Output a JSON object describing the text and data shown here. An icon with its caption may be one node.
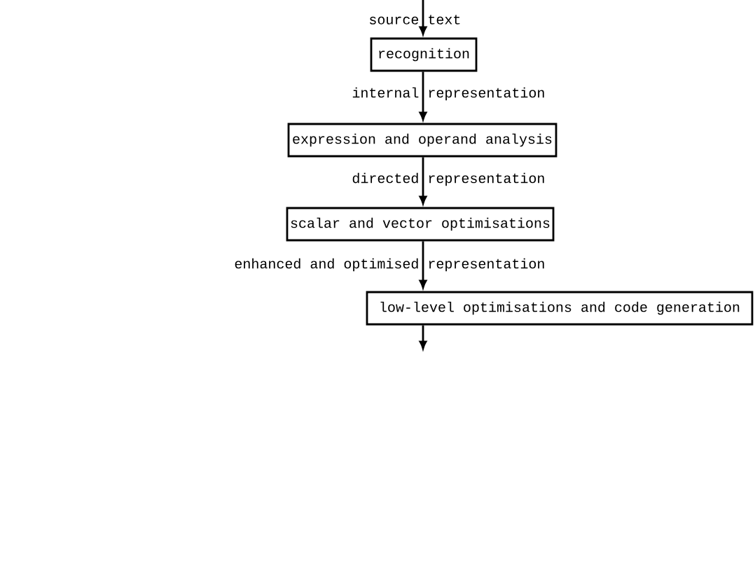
{
  "diagram": {
    "nodes": [
      {
        "text": [
          "recognition"
        ]
      },
      {
        "text": [
          "expression and operand analysis"
        ]
      },
      {
        "text": [
          "scalar and vector optimisations"
        ]
      },
      {
        "text": [
          "low-level optimisations and code generation"
        ]
      }
    ],
    "edges": [
      {
        "from": null,
        "to": 0,
        "arrow": "to",
        "label": "source text"
      },
      {
        "from": 0,
        "to": 1,
        "arrow": "to",
        "label": "internal representation"
      },
      {
        "from": 1,
        "to": 2,
        "arrow": "to",
        "label": "directed representation"
      },
      {
        "from": 2,
        "to": 3,
        "arrow": "to",
        "label": "enhanced and optimised representation"
      },
      {
        "from": 3,
        "to": null,
        "arrow": "to"
      }
    ]
  }
}
